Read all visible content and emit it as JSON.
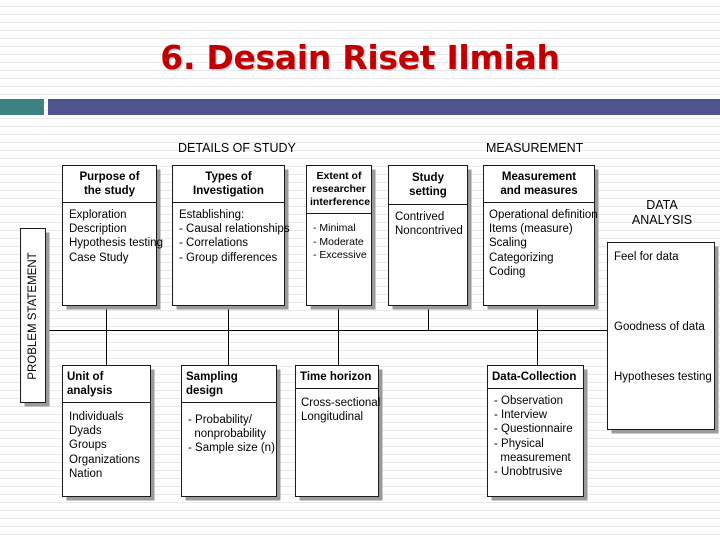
{
  "slide": {
    "title": "6. Desain Riset Ilmiah",
    "accent_teal": "#3d8281",
    "accent_bar": "#4f5390",
    "title_color": "#c00000"
  },
  "diagram": {
    "group_labels": {
      "details_of_study": "DETAILS OF STUDY",
      "measurement": "MEASUREMENT"
    },
    "problem_statement": "PROBLEM STATEMENT",
    "data_analysis": {
      "label_line1": "DATA",
      "label_line2": "ANALYSIS",
      "items": [
        "Feel for data",
        "Goodness of data",
        "Hypotheses testing"
      ]
    },
    "top_boxes": [
      {
        "header_line1": "Purpose of",
        "header_line2": "the study",
        "items": [
          "Exploration",
          "Description",
          "Hypothesis testing",
          "Case Study"
        ]
      },
      {
        "header_line1": "Types of",
        "header_line2": "Investigation",
        "items": [
          "Establishing:",
          "- Causal relationships",
          "- Correlations",
          "- Group differences"
        ]
      },
      {
        "header_line1": "Extent of",
        "header_line2": "researcher",
        "header_line3": "interference",
        "items": [
          "- Minimal",
          "- Moderate",
          "- Excessive"
        ]
      },
      {
        "header_line1": "Study setting",
        "items": [
          "Contrived",
          "Noncontrived"
        ]
      },
      {
        "header_line1": "Measurement",
        "header_line2": "and measures",
        "items": [
          "Operational definition",
          "Items (measure)",
          "Scaling",
          "Categorizing",
          "Coding"
        ]
      }
    ],
    "bottom_boxes": [
      {
        "header_line1": "Unit of analysis",
        "items": [
          "Individuals",
          "Dyads",
          "Groups",
          "Organizations",
          "Nation"
        ]
      },
      {
        "header_line1": "Sampling design",
        "items": [
          "- Probability/",
          "  nonprobability",
          "- Sample size (n)"
        ]
      },
      {
        "header_line1": "Time horizon",
        "items": [
          "Cross-sectional",
          "Longitudinal"
        ]
      },
      {
        "header_line1": "Data-Collection",
        "items": [
          "- Observation",
          "- Interview",
          "- Questionnaire",
          "- Physical",
          "  measurement",
          "- Unobtrusive"
        ]
      }
    ]
  }
}
